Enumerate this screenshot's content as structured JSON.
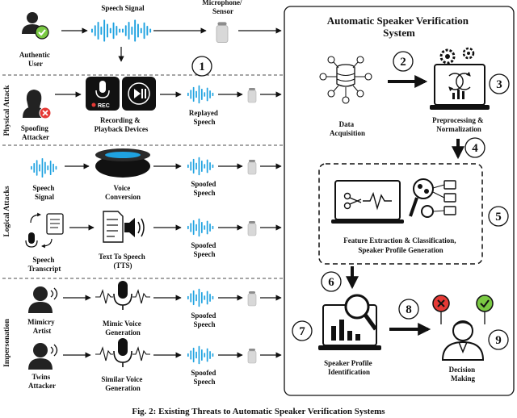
{
  "system_title": [
    "Automatic Speaker Verification",
    "System"
  ],
  "top_row": {
    "speech_signal": "Speech Signal",
    "microphone": [
      "Microphone/",
      "Sensor"
    ],
    "authentic_user": [
      "Authentic",
      "User"
    ]
  },
  "sections": {
    "physical": "Physical Attack",
    "logical": "Logical Attacks",
    "impersonation": "Impersonation"
  },
  "physical": {
    "attacker": [
      "Spoofing",
      "Attacker"
    ],
    "device": [
      "Recording &",
      "Playback Devices"
    ],
    "output": [
      "Replayed",
      "Speech"
    ],
    "rec": "REC"
  },
  "logical": {
    "row1_input": [
      "Speech",
      "Signal"
    ],
    "row1_process": [
      "Voice",
      "Conversion"
    ],
    "row1_output": [
      "Spoofed",
      "Speech"
    ],
    "row2_input": [
      "Speech",
      "Transcript"
    ],
    "row2_process": [
      "Text To Speech",
      "(TTS)"
    ],
    "row2_output": [
      "Spoofed",
      "Speech"
    ]
  },
  "impersonation": {
    "row1_input": [
      "Mimicry",
      "Artist"
    ],
    "row1_process": [
      "Mimic Voice",
      "Generation"
    ],
    "row1_output": [
      "Spoofed",
      "Speech"
    ],
    "row2_input": [
      "Twins",
      "Attacker"
    ],
    "row2_process": [
      "Similar Voice",
      "Generation"
    ],
    "row2_output": [
      "Spoofed",
      "Speech"
    ]
  },
  "asv": {
    "data_acquisition": [
      "Data",
      "Acquisition"
    ],
    "preprocessing": [
      "Preprocessing &",
      "Normalization"
    ],
    "feature_extraction": [
      "Feature Extraction & Classification,",
      "Speaker Profile Generation"
    ],
    "profile_identification": [
      "Speaker Profile",
      "Identification"
    ],
    "decision": [
      "Decision",
      "Making"
    ]
  },
  "step_numbers": [
    "1",
    "2",
    "3",
    "4",
    "5",
    "6",
    "7",
    "8",
    "9"
  ],
  "caption": "Fig. 2: Existing Threats to Automatic Speaker Verification Systems",
  "colors": {
    "accent": "#1fa2e0",
    "check": "#7ac943",
    "cross": "#e53935",
    "ink": "#111111"
  }
}
